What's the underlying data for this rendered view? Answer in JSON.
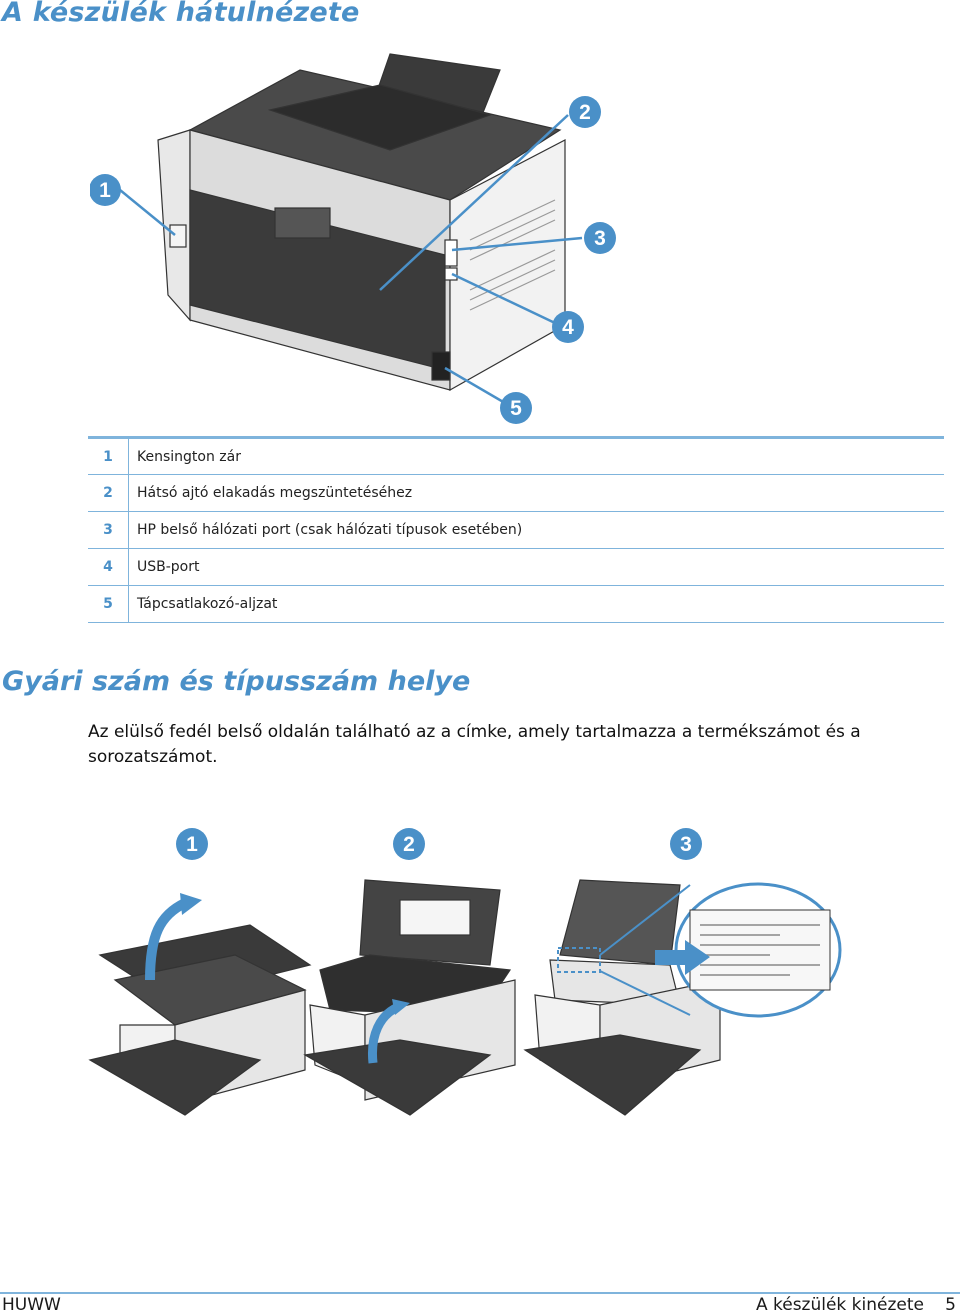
{
  "header": {
    "title": "A készülék hátulnézete"
  },
  "figure1": {
    "callouts": [
      "1",
      "2",
      "3",
      "4",
      "5"
    ]
  },
  "parts_table": [
    {
      "num": "1",
      "desc": "Kensington zár"
    },
    {
      "num": "2",
      "desc": "Hátsó ajtó elakadás megszüntetéséhez"
    },
    {
      "num": "3",
      "desc": "HP belső hálózati port (csak hálózati típusok esetében)"
    },
    {
      "num": "4",
      "desc": "USB-port"
    },
    {
      "num": "5",
      "desc": "Tápcsatlakozó-aljzat"
    }
  ],
  "section2": {
    "title": "Gyári szám és típusszám helye",
    "paragraph": "Az elülső fedél belső oldalán található az a címke, amely tartalmazza a termékszámot és a sorozatszámot."
  },
  "figure2": {
    "step_labels": [
      "1",
      "2",
      "3"
    ]
  },
  "colors": {
    "accent": "#4a90c8",
    "rule": "#7fb4dc"
  },
  "footer": {
    "left": "HUWW",
    "right": "A készülék kinézete",
    "page": "5"
  }
}
